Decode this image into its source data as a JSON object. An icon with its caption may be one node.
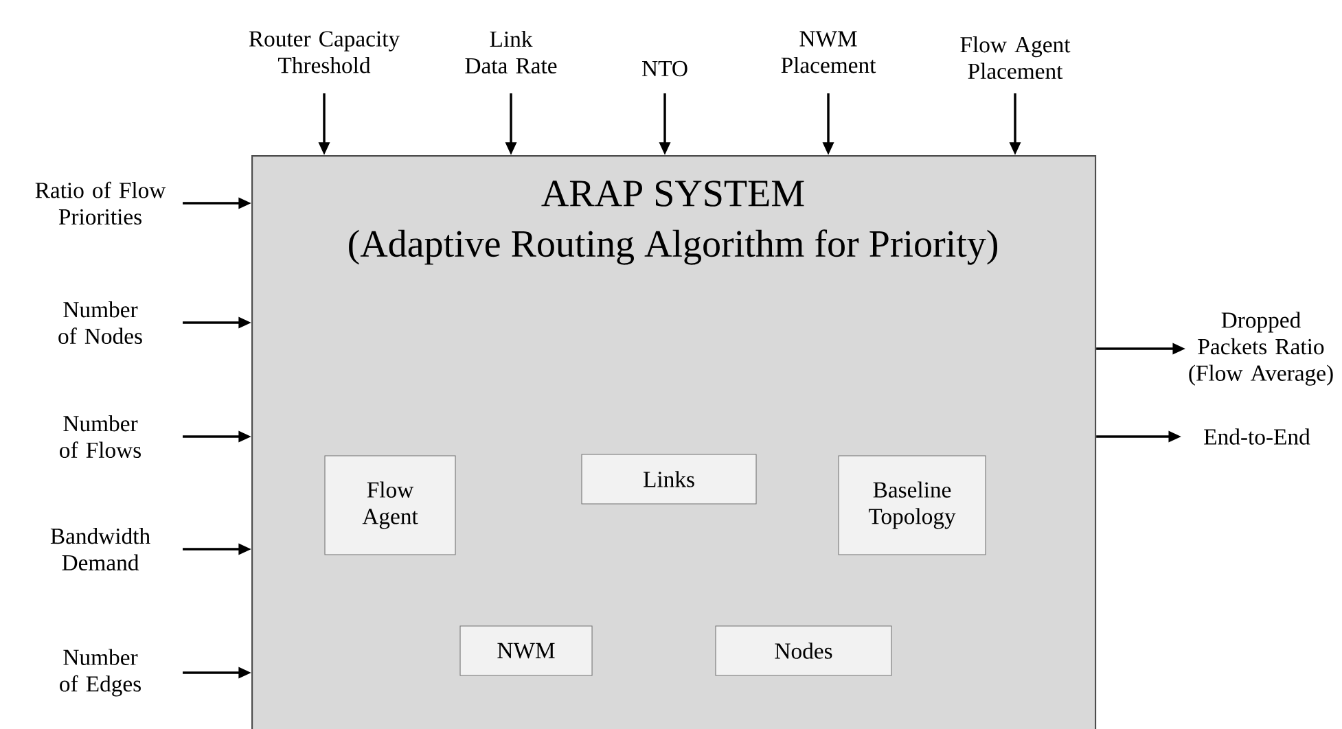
{
  "diagram": {
    "nodes": [
      {
        "text": [
          "ARAP SYSTEM",
          "(Adaptive Routing Algorithm for Priority)"
        ]
      },
      {
        "text": [
          "Flow Agent"
        ],
        "in": 0
      },
      {
        "text": [
          "Links"
        ],
        "in": 0
      },
      {
        "text": [
          "Baseline Topology"
        ],
        "in": 0
      },
      {
        "text": [
          "NWM"
        ],
        "in": 0
      },
      {
        "text": [
          "Nodes"
        ],
        "in": 0
      },
      {
        "text": [
          "Router Capacity Threshold"
        ]
      },
      {
        "text": [
          "Link Data Rate"
        ]
      },
      {
        "text": [
          "NTO"
        ]
      },
      {
        "text": [
          "NWM Placement"
        ]
      },
      {
        "text": [
          "Flow Agent Placement"
        ]
      },
      {
        "text": [
          "Ratio of Flow Priorities"
        ]
      },
      {
        "text": [
          "Number of Nodes"
        ]
      },
      {
        "text": [
          "Number of Flows"
        ]
      },
      {
        "text": [
          "Bandwidth Demand"
        ]
      },
      {
        "text": [
          "Number of Edges"
        ]
      },
      {
        "text": [
          "Dropped Packets Ratio (Flow Average)"
        ]
      },
      {
        "text": [
          "End-to-End"
        ]
      }
    ],
    "edges": [
      {
        "from": 6,
        "to": 0,
        "arrow": "to"
      },
      {
        "from": 7,
        "to": 0,
        "arrow": "to"
      },
      {
        "from": 8,
        "to": 0,
        "arrow": "to"
      },
      {
        "from": 9,
        "to": 0,
        "arrow": "to"
      },
      {
        "from": 10,
        "to": 0,
        "arrow": "to"
      },
      {
        "from": 11,
        "to": 0,
        "arrow": "to"
      },
      {
        "from": 12,
        "to": 0,
        "arrow": "to"
      },
      {
        "from": 13,
        "to": 0,
        "arrow": "to"
      },
      {
        "from": 14,
        "to": 0,
        "arrow": "to"
      },
      {
        "from": 15,
        "to": 0,
        "arrow": "to"
      },
      {
        "from": 0,
        "to": 16,
        "arrow": "to"
      },
      {
        "from": 0,
        "to": 17,
        "arrow": "to"
      }
    ]
  }
}
